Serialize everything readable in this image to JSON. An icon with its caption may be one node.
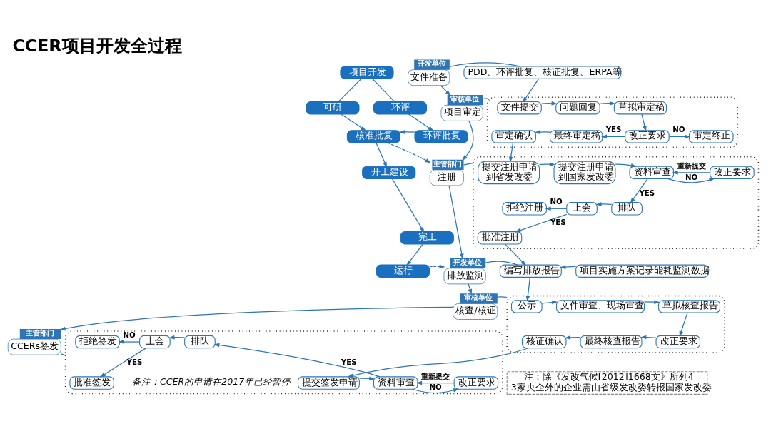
{
  "diagram": {
    "title": "CCER项目开发全过程",
    "nodes": [
      {
        "text": [
          "项目开发"
        ]
      },
      {
        "text": [
          "可研"
        ]
      },
      {
        "text": [
          "环评"
        ]
      },
      {
        "text": [
          "核准批复"
        ]
      },
      {
        "text": [
          "环评批复"
        ]
      },
      {
        "text": [
          "开工建设"
        ]
      },
      {
        "text": [
          "完工"
        ]
      },
      {
        "text": [
          "运行"
        ]
      },
      {
        "text": [
          "文件准备"
        ],
        "beside": [
          "开发单位"
        ]
      },
      {
        "text": [
          "项目审定"
        ],
        "beside": [
          "审核单位"
        ]
      },
      {
        "text": [
          "注册"
        ],
        "beside": [
          "主管部门"
        ]
      },
      {
        "text": [
          "排放监测"
        ],
        "beside": [
          "开发单位"
        ]
      },
      {
        "text": [
          "核查/核证"
        ],
        "beside": [
          "审核单位"
        ]
      },
      {
        "text": [
          "CCERs签发"
        ],
        "beside": [
          "主管部门"
        ]
      },
      {
        "text": [
          "PDD、环评批复、核证批复、ERPA等"
        ]
      },
      {
        "text": [],
        "shape": "box"
      },
      {
        "text": [
          "文件提交"
        ],
        "in": 15
      },
      {
        "text": [
          "问题回复"
        ],
        "in": 15
      },
      {
        "text": [
          "草拟审定稿"
        ],
        "in": 15
      },
      {
        "text": [
          "审定确认"
        ],
        "in": 15
      },
      {
        "text": [
          "最终审定稿"
        ],
        "in": 15
      },
      {
        "text": [
          "改正要求"
        ],
        "in": 15
      },
      {
        "text": [
          "审定终止"
        ],
        "in": 15
      },
      {
        "text": [],
        "shape": "box"
      },
      {
        "text": [
          "提交注册申请到省发改委"
        ],
        "in": 23
      },
      {
        "text": [
          "提交注册申请到国家发改委"
        ],
        "in": 23
      },
      {
        "text": [
          "资料审查"
        ],
        "in": 23
      },
      {
        "text": [
          "改正要求"
        ],
        "in": 23
      },
      {
        "text": [
          "拒绝注册"
        ],
        "in": 23
      },
      {
        "text": [
          "上会"
        ],
        "in": 23
      },
      {
        "text": [
          "排队"
        ],
        "in": 23
      },
      {
        "text": [
          "批准注册"
        ],
        "in": 23
      },
      {
        "text": [
          "编写排放报告"
        ]
      },
      {
        "text": [
          "项目实施方案记录能耗监测数据"
        ]
      },
      {
        "text": [],
        "shape": "box"
      },
      {
        "text": [
          "公示"
        ],
        "in": 34
      },
      {
        "text": [
          "文件审查、现场审查"
        ],
        "in": 34
      },
      {
        "text": [
          "草拟核查报告"
        ],
        "in": 34
      },
      {
        "text": [
          "核证确认"
        ],
        "in": 34
      },
      {
        "text": [
          "最终核查报告"
        ],
        "in": 34
      },
      {
        "text": [
          "改正要求"
        ],
        "in": 34
      },
      {
        "text": [],
        "shape": "box"
      },
      {
        "text": [
          "提交签发申请"
        ],
        "in": 41
      },
      {
        "text": [
          "资料审查"
        ],
        "in": 41
      },
      {
        "text": [
          "改正要求"
        ],
        "in": 41
      },
      {
        "text": [
          "拒绝签发"
        ],
        "in": 41
      },
      {
        "text": [
          "上会"
        ],
        "in": 41
      },
      {
        "text": [
          "排队"
        ],
        "in": 41
      },
      {
        "text": [
          "批准签发"
        ],
        "in": 41
      },
      {
        "text": [
          "注：除《发改气候[2012]1668文》所列43家央企外的企业需由省级发改委转报国家发改委"
        ]
      }
    ],
    "edges": [
      {
        "from": 0,
        "to": 1,
        "arrow": "none"
      },
      {
        "from": 0,
        "to": 2,
        "arrow": "none"
      },
      {
        "from": 1,
        "to": 3,
        "arrow": "to"
      },
      {
        "from": 2,
        "to": 4,
        "arrow": "to"
      },
      {
        "from": 4,
        "to": 3,
        "arrow": "to"
      },
      {
        "from": 3,
        "to": 5,
        "arrow": "to"
      },
      {
        "from": 5,
        "to": 6,
        "arrow": "to"
      },
      {
        "from": 6,
        "to": 7,
        "arrow": "to"
      },
      {
        "from": 3,
        "to": 10,
        "arrow": "to",
        "style": "dashed"
      },
      {
        "from": 7,
        "to": 11,
        "arrow": "to",
        "style": "dashed"
      },
      {
        "from": 8,
        "to": 9,
        "arrow": "to"
      },
      {
        "from": 9,
        "to": 10,
        "arrow": "to"
      },
      {
        "from": 10,
        "to": 11,
        "arrow": "to"
      },
      {
        "from": 11,
        "to": 12,
        "arrow": "to"
      },
      {
        "from": 12,
        "to": 13,
        "arrow": "to"
      },
      {
        "from": 8,
        "to": 14,
        "arrow": "none"
      },
      {
        "from": 14,
        "to": 16,
        "arrow": "to"
      },
      {
        "from": 9,
        "to": 15,
        "arrow": "none"
      },
      {
        "from": 16,
        "to": 17,
        "arrow": "to"
      },
      {
        "from": 17,
        "to": 18,
        "arrow": "to"
      },
      {
        "from": 18,
        "to": 21,
        "arrow": "to"
      },
      {
        "from": 21,
        "to": 20,
        "arrow": "to",
        "label": "YES"
      },
      {
        "from": 21,
        "to": 22,
        "arrow": "to",
        "label": "NO"
      },
      {
        "from": 20,
        "to": 19,
        "arrow": "to"
      },
      {
        "from": 19,
        "to": 24,
        "arrow": "to"
      },
      {
        "from": 10,
        "to": 23,
        "arrow": "none"
      },
      {
        "from": 24,
        "to": 25,
        "arrow": "to"
      },
      {
        "from": 25,
        "to": 26,
        "arrow": "to"
      },
      {
        "from": 26,
        "to": 27,
        "arrow": "to",
        "label": "NO"
      },
      {
        "from": 27,
        "to": 26,
        "arrow": "to",
        "label": "重新提交"
      },
      {
        "from": 26,
        "to": 30,
        "arrow": "to",
        "label": "YES"
      },
      {
        "from": 30,
        "to": 29,
        "arrow": "to"
      },
      {
        "from": 29,
        "to": 28,
        "arrow": "to",
        "label": "NO"
      },
      {
        "from": 29,
        "to": 31,
        "arrow": "to",
        "label": "YES"
      },
      {
        "from": 31,
        "to": 32,
        "arrow": "to"
      },
      {
        "from": 11,
        "to": 32,
        "arrow": "none"
      },
      {
        "from": 33,
        "to": 32,
        "arrow": "to"
      },
      {
        "from": 32,
        "to": 35,
        "arrow": "to"
      },
      {
        "from": 12,
        "to": 34,
        "arrow": "none"
      },
      {
        "from": 35,
        "to": 36,
        "arrow": "to"
      },
      {
        "from": 36,
        "to": 37,
        "arrow": "to"
      },
      {
        "from": 37,
        "to": 40,
        "arrow": "to"
      },
      {
        "from": 40,
        "to": 39,
        "arrow": "to"
      },
      {
        "from": 39,
        "to": 38,
        "arrow": "to"
      },
      {
        "from": 38,
        "to": 42,
        "arrow": "to"
      },
      {
        "from": 13,
        "to": 41,
        "arrow": "none"
      },
      {
        "from": 42,
        "to": 43,
        "arrow": "to"
      },
      {
        "from": 43,
        "to": 44,
        "arrow": "to",
        "label": "NO"
      },
      {
        "from": 44,
        "to": 43,
        "arrow": "to",
        "label": "重新提交"
      },
      {
        "from": 43,
        "to": 47,
        "arrow": "to",
        "label": "YES"
      },
      {
        "from": 47,
        "to": 46,
        "arrow": "to"
      },
      {
        "from": 46,
        "to": 45,
        "arrow": "to",
        "label": "NO"
      },
      {
        "from": 46,
        "to": 48,
        "arrow": "to",
        "label": "YES"
      }
    ],
    "labels": [
      "备注：CCER的申请在2017年已经暂停"
    ]
  }
}
